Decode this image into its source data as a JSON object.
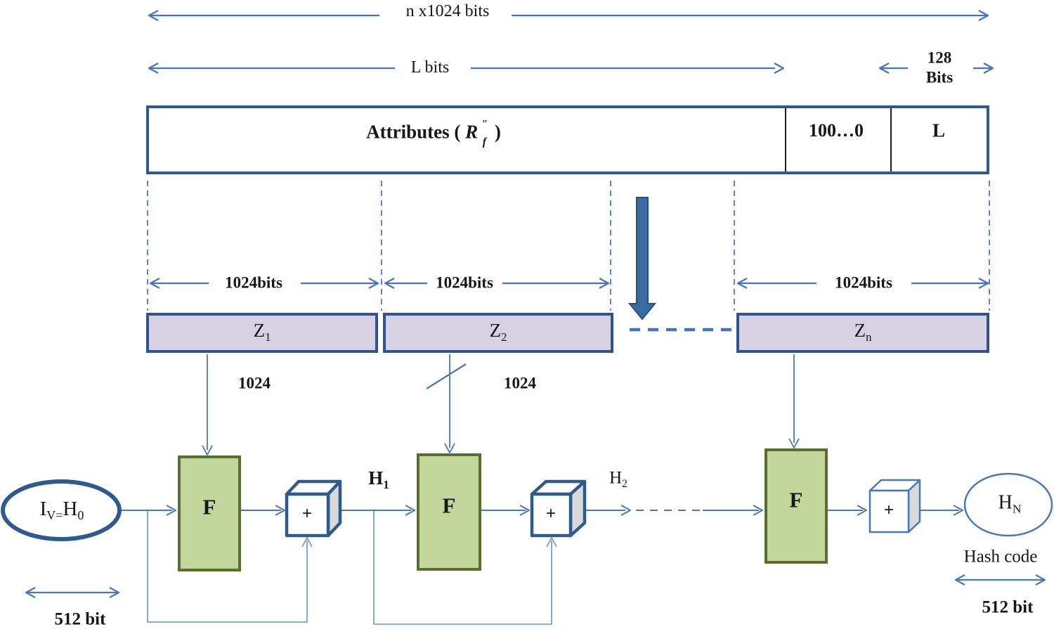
{
  "colors": {
    "accent_blue": "#4472C4",
    "flow_blue": "#4778BA",
    "dark_blue_border": "#2E5B8F",
    "big_arrow_fill": "#3A6CA3",
    "olive_border": "#5A6E2F",
    "green_fill": "#C3D69B",
    "lavender_fill": "#D8D0E3",
    "gray_face": "#D9D9D9"
  },
  "top_section": {
    "total_width_label": "n x1024 bits",
    "message_width_label": "L bits",
    "pad_width_label_line1": "128",
    "pad_width_label_line2": "Bits"
  },
  "record_box": {
    "attributes_prefix": "Attributes ( ",
    "attributes_r": "R",
    "attributes_r_sup": "″",
    "attributes_r_sub": "f",
    "attributes_suffix": " )",
    "padding_cell": "100…0",
    "length_cell": "L"
  },
  "block_widths": [
    "1024bits",
    "1024bits",
    "1024bits"
  ],
  "z_blocks": [
    {
      "base": "Z",
      "sub": "1"
    },
    {
      "base": "Z",
      "sub": "2"
    },
    {
      "base": "Z",
      "sub": "n"
    }
  ],
  "bus_labels": [
    "1024",
    "1024"
  ],
  "pipeline": {
    "iv": {
      "i": "I",
      "sub1": "V=",
      "h": "H",
      "sub2": "0"
    },
    "f_labels": [
      "F",
      "F",
      "F"
    ],
    "plus_labels": [
      "+",
      "+",
      "+"
    ],
    "h1": {
      "base": "H",
      "sub": "1"
    },
    "h2": {
      "base": "H",
      "sub": "2"
    },
    "hn": {
      "base": "H",
      "sub": "N"
    }
  },
  "annotations": {
    "left_iv_width": "512 bit",
    "hash_code": "Hash code",
    "right_hash_width": "512 bit"
  }
}
